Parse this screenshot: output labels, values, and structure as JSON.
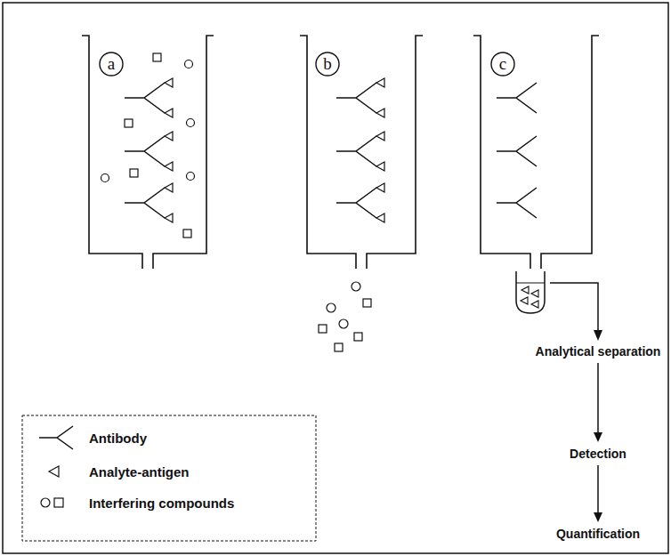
{
  "diagram": {
    "nodes": [
      {
        "text": [
          "a"
        ]
      },
      {
        "text": [
          "b"
        ]
      },
      {
        "text": [
          "c"
        ]
      },
      {
        "text": [
          "Analytical separation"
        ]
      },
      {
        "text": [
          "Detection"
        ]
      },
      {
        "text": [
          "Quantification"
        ]
      }
    ],
    "edges": [
      {
        "from": 3,
        "to": 4,
        "arrow": "to"
      },
      {
        "from": 4,
        "to": 5,
        "arrow": "to"
      }
    ],
    "legend": [
      {
        "text": "Antibody"
      },
      {
        "text": "Analyte-antigen"
      },
      {
        "text": "Interfering compounds"
      }
    ]
  }
}
